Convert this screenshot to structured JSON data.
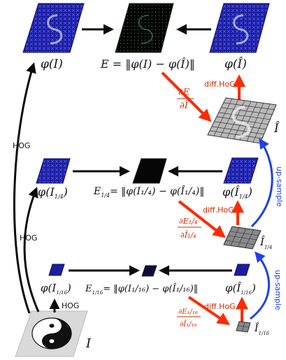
{
  "colors": {
    "arrow_black": "#0b0b0b",
    "arrow_red": "#ff2a00",
    "arrow_blue": "#1d3fe8",
    "hog_map": "#1c1c9e",
    "hog_map_dark": "#0c0c66",
    "error_map": "#050505",
    "grid_face": "#b9b9b9",
    "grid_line": "#3a3a3a"
  },
  "labels": {
    "hog_left": "HOG",
    "hog_mid": "HOG",
    "hog_bottom": "HOG",
    "diff_hog_top": "diff.HoG",
    "diff_hog_mid": "diff.HoG",
    "diff_hog_bot": "diff.HoG",
    "upsample_top": "up-sample",
    "upsample_bot": "up-sample"
  },
  "math": {
    "phi_I": "φ(I)",
    "phi_Ihat": "φ(Î)",
    "E_full": "E = ‖φ(I) − φ(Î)‖",
    "grad_num": "∂E",
    "grad_den": "∂Î",
    "Ihat": "Î",
    "phi_I_q_base": "φ(I",
    "phi_I_q_sub": "1/4",
    "phi_Ihat_q_base": "φ(Î",
    "phi_Ihat_q_sub": "1/4",
    "E_q_lhs": "E",
    "E_q_sub": "1/4",
    "E_q_rhs": "= ‖φ(I₁/₄) − φ(Î₁/₄)‖",
    "grad_q_num": "∂E₁/₄",
    "grad_q_den": "∂Î₁/₄",
    "Ihat_q": "Î",
    "Ihat_q_sub": "1/4",
    "phi_I_s_base": "φ(I",
    "phi_I_s_sub": "1/16",
    "phi_Ihat_s_base": "φ(Î",
    "phi_Ihat_s_sub": "1/16",
    "E_s_lhs": "E",
    "E_s_sub": "1/16",
    "E_s_rhs": "= ‖φ(I₁/₁₆) − φ(Î₁/₁₆)‖",
    "grad_s_num": "∂E₁/₁₆",
    "grad_s_den": "∂Î₁/₁₆",
    "Ihat_s": "Î",
    "Ihat_s_sub": "1/16",
    "I": "I"
  }
}
